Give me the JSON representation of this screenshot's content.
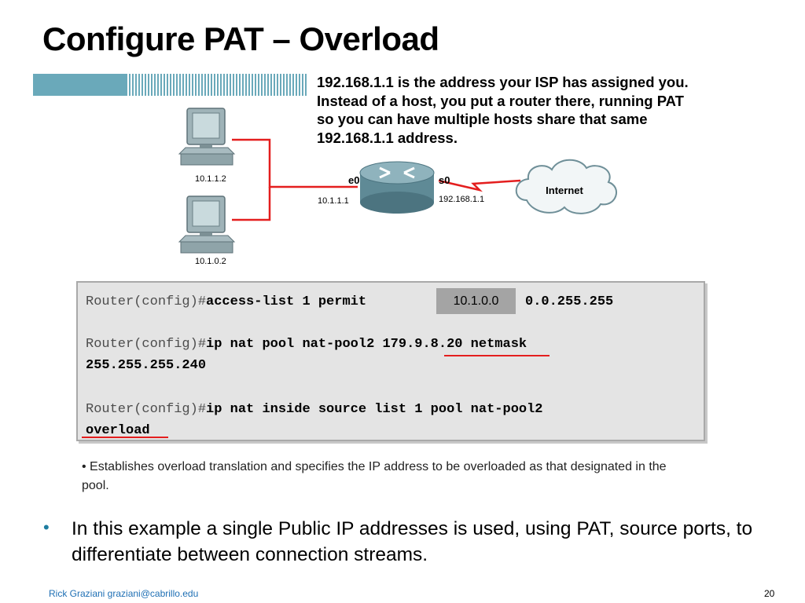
{
  "slide": {
    "title": "Configure PAT – Overload",
    "note_lines": [
      "192.168.1.1 is the address your ISP has assigned you.",
      "Instead of a host, you put a router there, running PAT",
      "so you can have multiple hosts share that same",
      "192.168.1.1 address."
    ],
    "diagram": {
      "host1_label": "10.1.1.2",
      "host2_label": "10.1.0.2",
      "router_e0": "e0",
      "router_s0": "s0",
      "e0_ip": "10.1.1.1",
      "s0_ip": "192.168.1.1",
      "cloud_label": "Internet"
    },
    "code": {
      "prompt": "Router(config)#",
      "line1_cmd": "access-list 1 permit",
      "line1_tail": "0.0.255.255",
      "overlay_value": "10.1.0.0",
      "line2_cmd": "ip nat pool nat-pool2 179.9.8.20 netmask",
      "line2_cont": "255.255.255.240",
      "line3_cmd": "ip nat inside source list 1 pool nat-pool2",
      "line3_cont": "overload"
    },
    "caption": "• Establishes overload translation and specifies the IP address to be overloaded as that designated in the pool.",
    "bullet": "In this example a single Public IP addresses is used, using PAT, source ports, to differentiate between connection streams.",
    "footer_author": "Rick Graziani  graziani@cabrillo.edu",
    "page_number": "20",
    "colors": {
      "accent_red": "#e41e1e",
      "banner_teal": "#6aa9ba",
      "footer_blue": "#1e6fb4",
      "bullet_teal": "#1e7da0"
    }
  }
}
